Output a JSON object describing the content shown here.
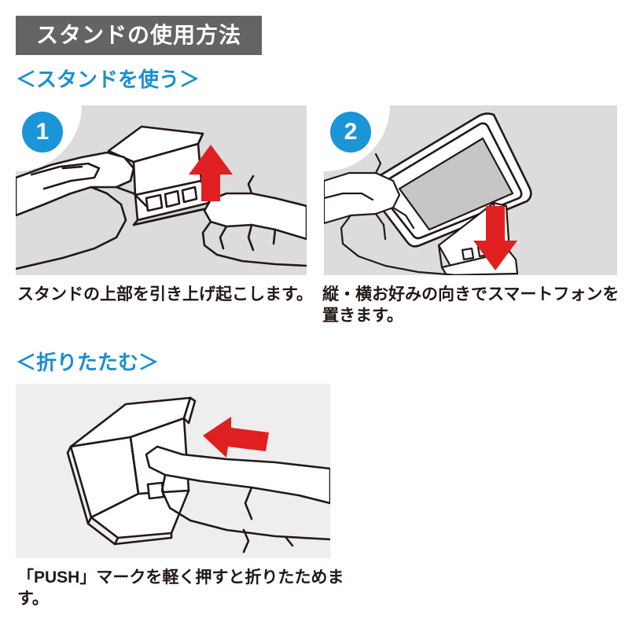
{
  "header": {
    "title": "スタンドの使用方法",
    "bar_color": "#646464",
    "text_color": "#ffffff"
  },
  "accent_colors": {
    "heading_blue": "#1a8fd0",
    "badge_blue": "#1a95d8",
    "arrow_red": "#e02020",
    "panel_gray": "#dcdcdc",
    "panel_gray_light": "#eeeeee",
    "screen_gray": "#c6c6c6",
    "text_black": "#231815"
  },
  "sections": [
    {
      "heading": "＜スタンドを使う＞",
      "steps": [
        {
          "badge": "1",
          "caption": "スタンドの上部を引き上げ起こします。",
          "illustration": "hands-pulling-up-stand-top",
          "arrow": "arrow-up-red"
        },
        {
          "badge": "2",
          "caption": "縦・横お好みの向きでスマートフォンを置きます。",
          "illustration": "hand-placing-smartphone-on-stand",
          "arrow": "arrow-down-red"
        }
      ]
    },
    {
      "heading": "＜折りたたむ＞",
      "steps": [
        {
          "badge": "",
          "caption": "「PUSH」マークを軽く押すと折りたためます。",
          "illustration": "finger-pushing-stand-to-fold",
          "arrow": "arrow-left-red"
        }
      ]
    }
  ]
}
